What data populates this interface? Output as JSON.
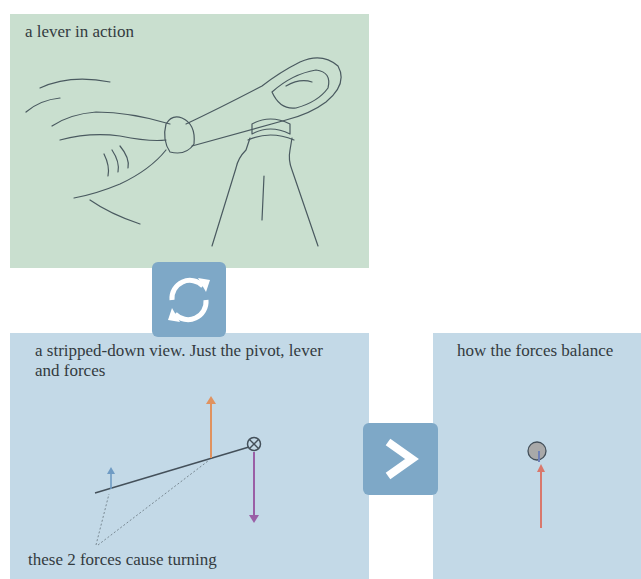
{
  "diagram": {
    "nodes": [
      {
        "text": [
          "a lever in action"
        ]
      },
      {
        "text": [
          "a stripped-down view. Just the pivot, lever and forces",
          "these 2 forces cause turning"
        ]
      },
      {
        "text": [
          "how the forces balance"
        ]
      }
    ]
  }
}
